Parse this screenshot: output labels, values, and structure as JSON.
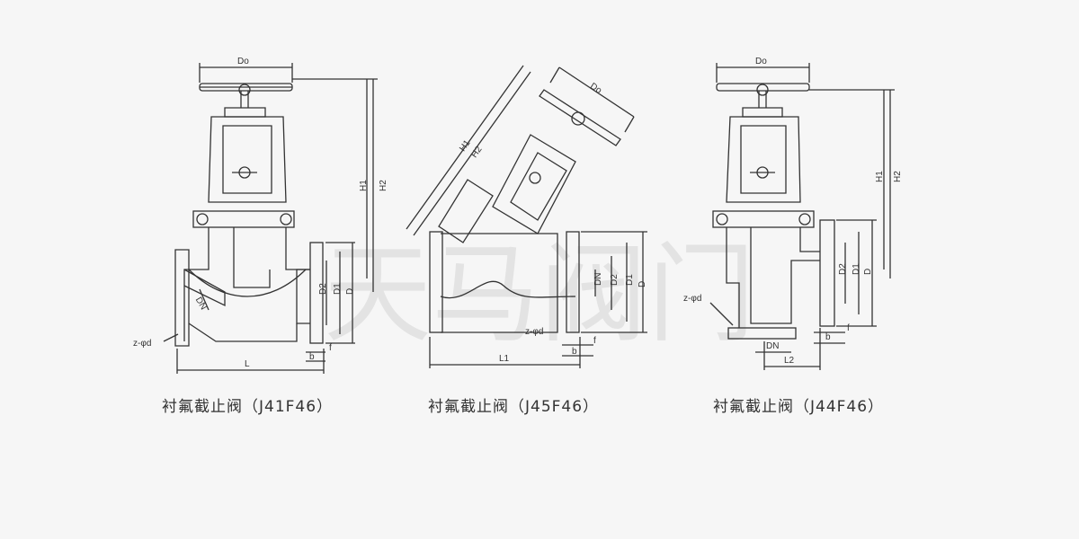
{
  "captions": {
    "j41": "衬氟截止阀（J41F46）",
    "j45": "衬氟截止阀（J45F46）",
    "j44": "衬氟截止阀（J44F46）"
  },
  "labels": {
    "do": "Do",
    "h1": "H1",
    "h2": "H2",
    "d": "D",
    "d1": "D1",
    "d2": "D2",
    "dn": "DN",
    "l": "L",
    "l1": "L1",
    "l2": "L2",
    "b": "b",
    "f": "f",
    "bolt": "z-φd"
  },
  "watermark": "天马阀门"
}
